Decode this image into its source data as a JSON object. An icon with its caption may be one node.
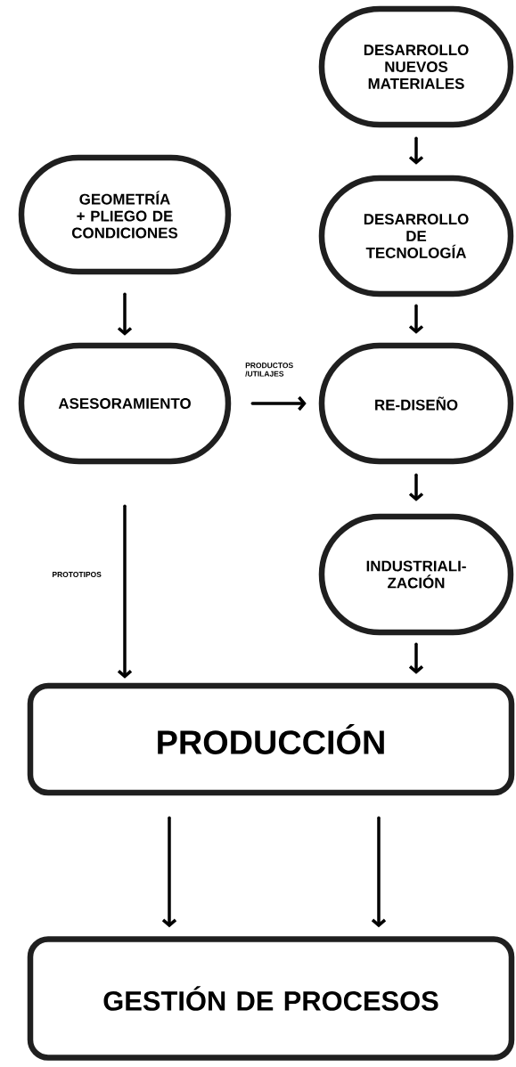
{
  "diagram": {
    "nodes": [
      {
        "text": [
          "DESARROLLO NUEVOS MATERIALES"
        ]
      },
      {
        "text": [
          "GEOMETRÍA + PLIEGO DE CONDICIONES"
        ]
      },
      {
        "text": [
          "DESARROLLO DE TECNOLOGÍA"
        ]
      },
      {
        "text": [
          "ASESORAMIENTO"
        ]
      },
      {
        "text": [
          "RE-DISEÑO"
        ]
      },
      {
        "text": [
          "INDUSTRIALI- ZACIÓN"
        ]
      },
      {
        "text": [
          "PRODUCCIÓN"
        ]
      },
      {
        "text": [
          "GESTIÓN DE PROCESOS"
        ]
      }
    ],
    "edges": [
      {
        "from": 0,
        "to": 2,
        "arrow": "to"
      },
      {
        "from": 1,
        "to": 3,
        "arrow": "to"
      },
      {
        "from": 2,
        "to": 4,
        "arrow": "to"
      },
      {
        "from": 3,
        "to": 4,
        "arrow": "to",
        "label": "PRODUCTOS /UTILAJES"
      },
      {
        "from": 4,
        "to": 5,
        "arrow": "to"
      },
      {
        "from": 3,
        "to": 6,
        "arrow": "to",
        "label": "PROTOTIPOS"
      },
      {
        "from": 5,
        "to": 6,
        "arrow": "to"
      },
      {
        "from": 6,
        "to": 7,
        "arrow": "to"
      },
      {
        "from": 6,
        "to": 7,
        "arrow": "to"
      }
    ]
  }
}
